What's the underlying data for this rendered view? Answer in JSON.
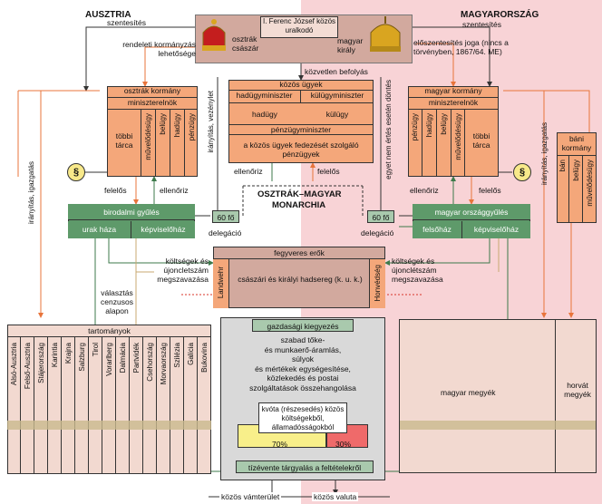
{
  "header": {
    "austria": "AUSZTRIA",
    "hungary": "MAGYARORSZÁG"
  },
  "top": {
    "emperor_box": "I. Ferenc József közös uralkodó",
    "austrian_emperor": "osztrák császár",
    "hungarian_king": "magyar király",
    "sanction_left": "szentesítés",
    "sanction_right": "szentesítés",
    "decree_right": "rendeleti kormányzás lehetősége",
    "presanction": "előszentesítés joga (nincs a törvényben, 1867/64. ME)",
    "direct_influence": "közvetlen befolyás",
    "direction_vert": "irányítás, vezénylet"
  },
  "common_affairs": {
    "title": "közös ügyek",
    "war_minister": "hadügyminiszter",
    "foreign_minister": "külügyminiszter",
    "war": "hadügy",
    "foreign": "külügy",
    "finance_minister": "pénzügyminiszter",
    "finance": "a közös ügyek fedezését szolgáló pénzügyek",
    "control": "ellenőriz",
    "responsible": "felelős",
    "agreement_vert": "egyet nem értés esetén döntés"
  },
  "monarchy": {
    "line1": "OSZTRÁK–MAGYAR",
    "line2": "MONARCHIA",
    "sixty_left": "60 fő",
    "sixty_right": "60 fő",
    "delegation_left": "delegáció",
    "delegation_right": "delegáció"
  },
  "austrian_gov": {
    "title": "osztrák kormány",
    "pm": "miniszterelnök",
    "other": "többi tárca",
    "portfolios": [
      "művelődésügy",
      "belügy",
      "hadügy",
      "pénzügy"
    ],
    "responsible": "felelős",
    "control": "ellenőriz",
    "direction_vert": "irányítás, igazgatás"
  },
  "hungarian_gov": {
    "title": "magyar kormány",
    "pm": "miniszterelnök",
    "other": "többi tárca",
    "portfolios": [
      "pénzügy",
      "hadügy",
      "belügy",
      "művelődésügy"
    ],
    "control": "ellenőriz",
    "responsible": "felelős",
    "direction_vert": "irányítás, igazgatás"
  },
  "croatian_gov": {
    "title": "báni kormány",
    "portfolios": [
      "bán",
      "belügy",
      "művelődésügy"
    ]
  },
  "reichsrat": {
    "title": "birodalmi gyűlés",
    "upper": "urak háza",
    "lower": "képviselőház"
  },
  "hungarian_parl": {
    "title": "magyar országgyűlés",
    "upper": "felsőház",
    "lower": "képviselőház"
  },
  "armed_forces": {
    "title": "fegyveres erők",
    "army": "császári és királyi hadsereg (k. u. k.)",
    "landwehr": "Landwehr",
    "honved": "Honvédség",
    "costs_left": "költségek és újoncletszám megszavazása",
    "costs_right": "költségek és újonclétszám megszavazása"
  },
  "election": "választás cenzusos alapon",
  "provinces": {
    "title": "tartományok",
    "items": [
      "Alsó-Ausztria",
      "Felső-Ausztria",
      "Stájerország",
      "Karintia",
      "Krajna",
      "Salzburg",
      "Tirol",
      "Vorarlberg",
      "Dalmácia",
      "Partvidék",
      "Csehország",
      "Morvaország",
      "Szilézia",
      "Galícia",
      "Bukovina"
    ]
  },
  "economic": {
    "title": "gazdasági kiegyezés",
    "text": [
      "szabad tőke-",
      "és munkaerő-áramlás,",
      "súlyok",
      "és mértékek egységesítése,",
      "közlekedés és postai",
      "szolgáltatások összehangolása"
    ],
    "quota": "kvóta (részesedés) közös költségekből, államadósságokból",
    "austria_share": "70%",
    "hungary_share": "30%",
    "renegotiate": "tízévente tárgyalás a feltételekről",
    "customs": "közös vámterület",
    "currency": "közös valuta"
  },
  "counties": {
    "hungarian": "magyar megyék",
    "croatian": "horvát megyék"
  },
  "colors": {
    "austria_bg": "#ffffff",
    "hungary_bg": "#f8d3d6",
    "orange": "#f4a77a",
    "green": "#5e9a6a",
    "gray": "#d9d9d9"
  }
}
